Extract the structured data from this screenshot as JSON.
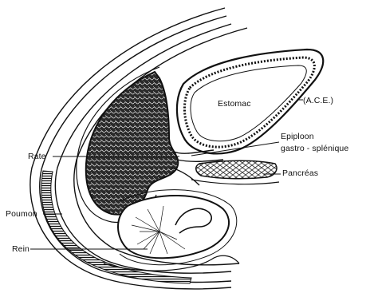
{
  "labels": {
    "estomac": "Estomac",
    "ace": "(A.C.E.)",
    "epiploon": "Epiploon",
    "gastro": "gastro - splénique",
    "pancreas": "Pancréas",
    "rate": "Rate",
    "poumon": "Poumon",
    "rein": "Rein"
  }
}
